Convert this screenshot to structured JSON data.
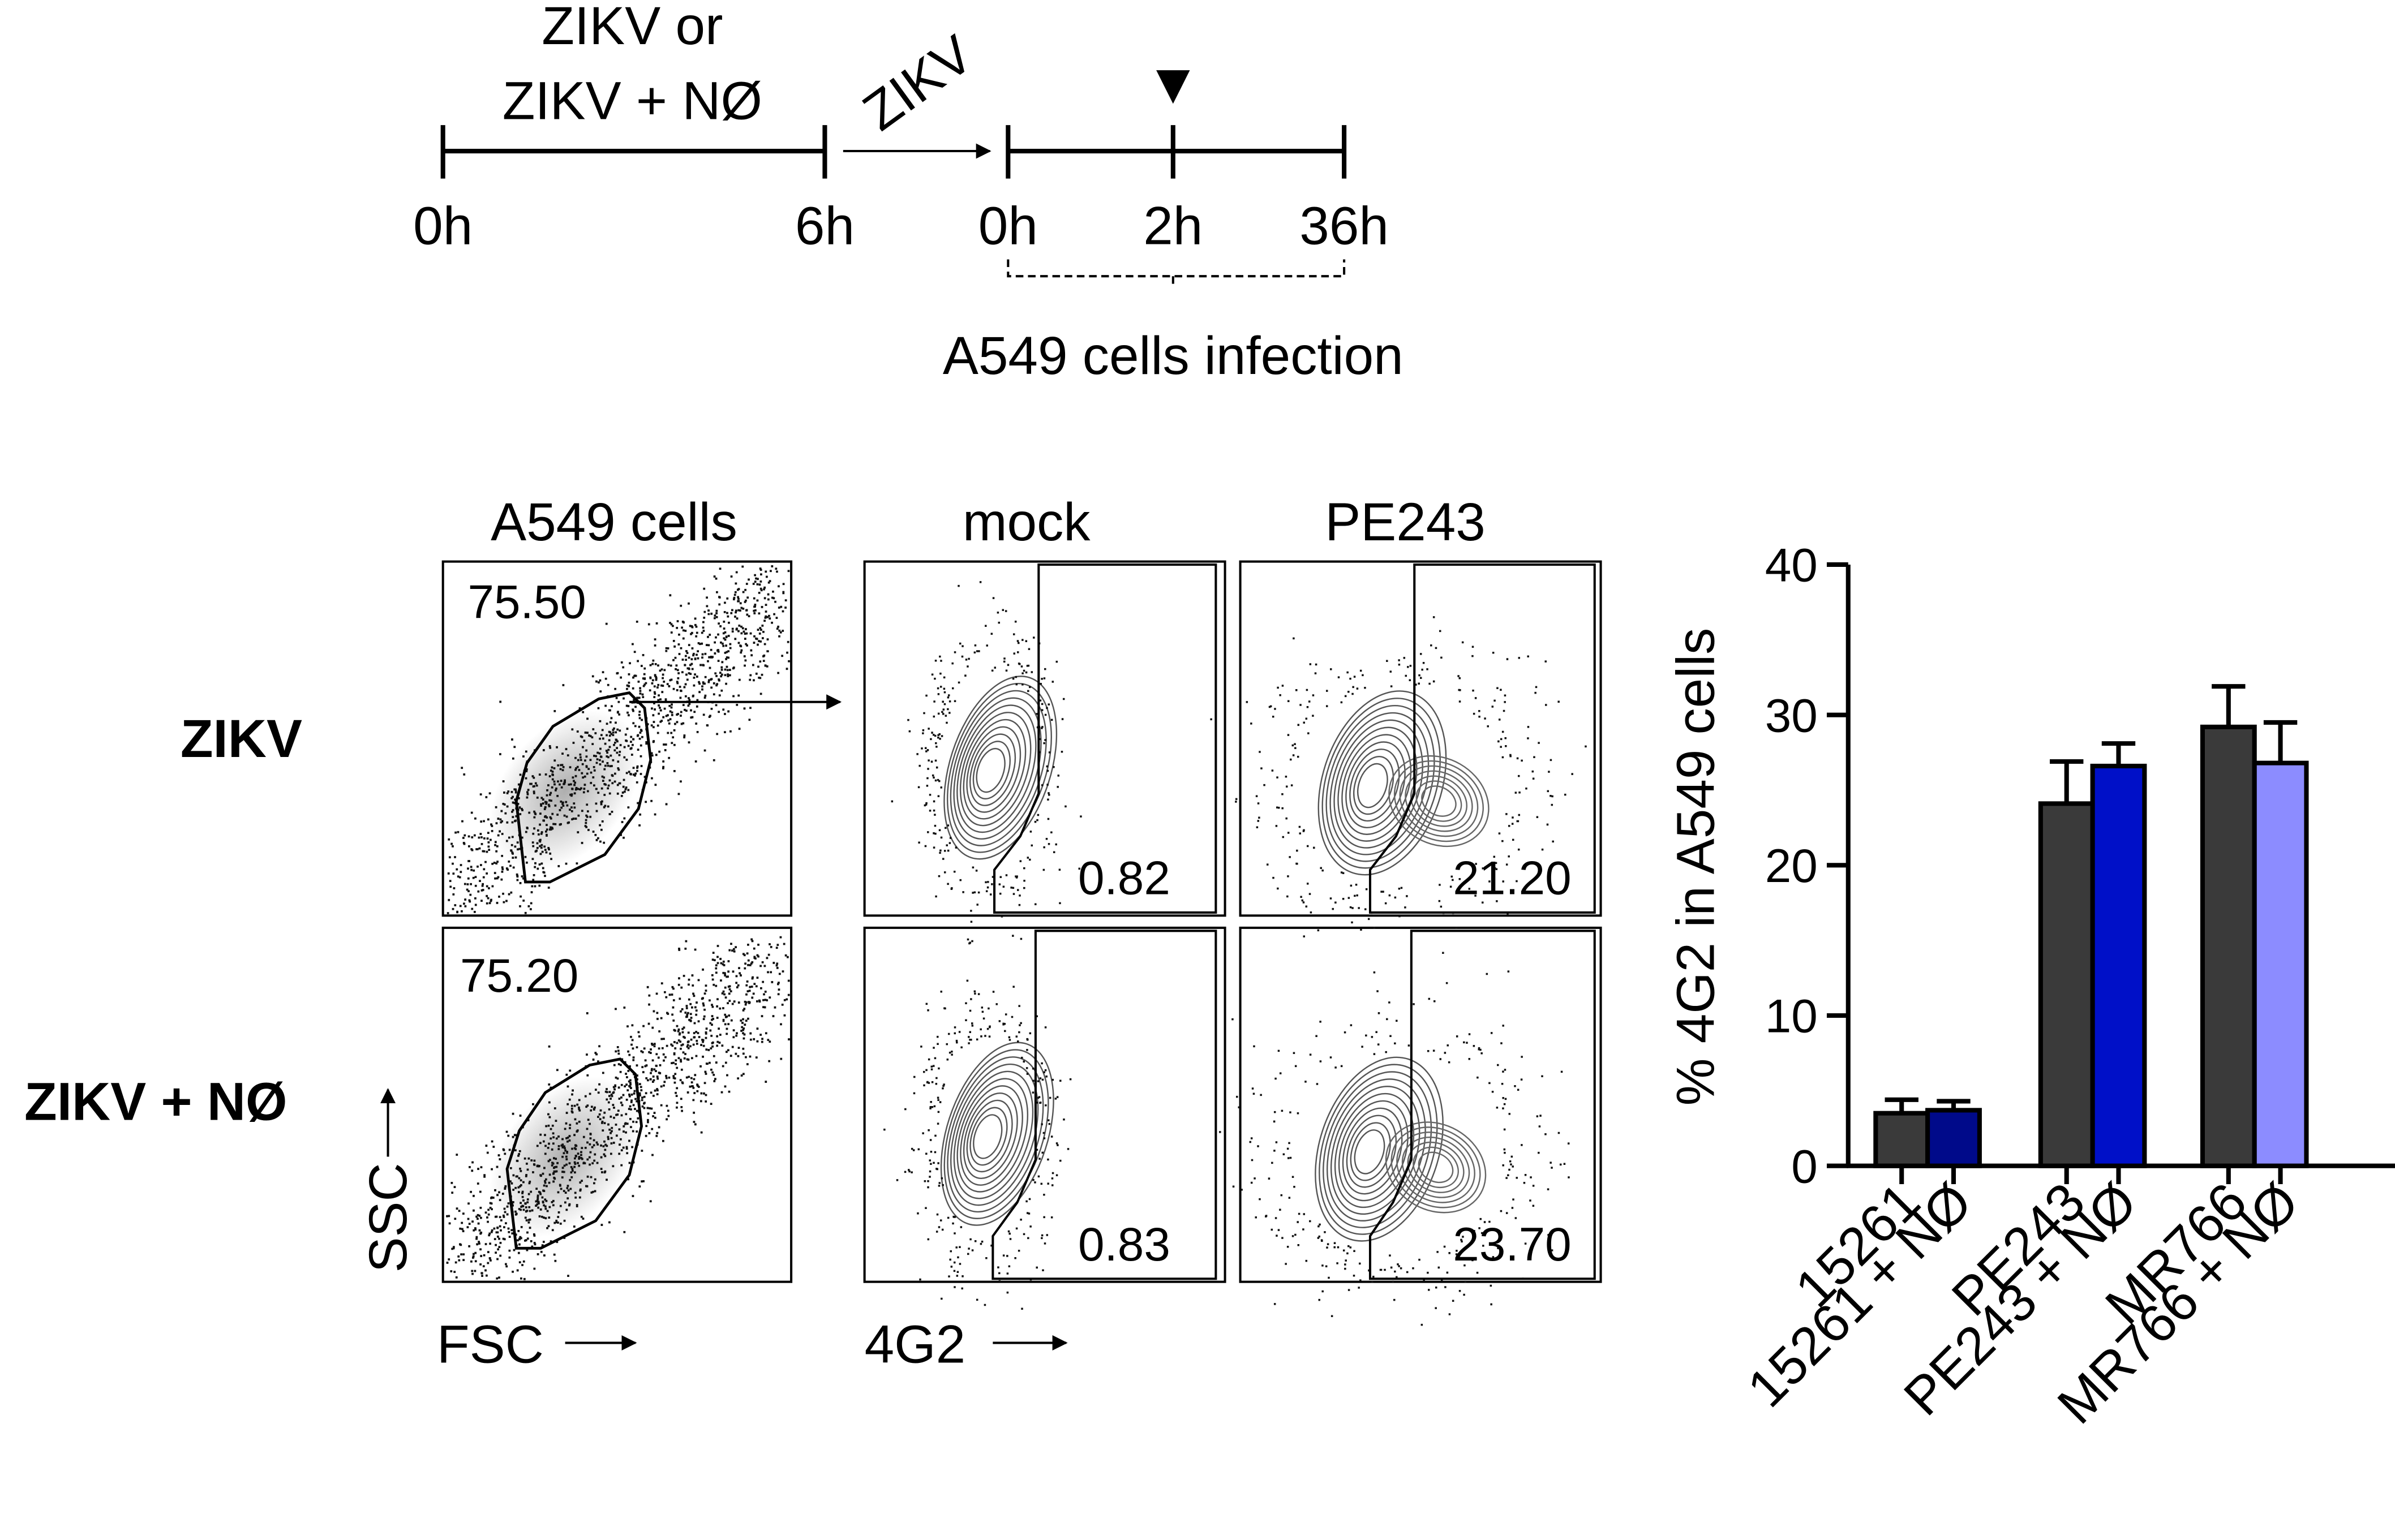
{
  "timeline": {
    "treatment_label_line1": "ZIKV or",
    "treatment_label_line2": "ZIKV + NØ",
    "arrow_label": "ZIKV",
    "ticks_left": [
      "0h",
      "6h"
    ],
    "ticks_right": [
      "0h",
      "2h",
      "36h"
    ],
    "infection_label": "A549 cells infection"
  },
  "flow": {
    "column_titles": [
      "A549 cells",
      "mock",
      "PE243"
    ],
    "row_labels": [
      "ZIKV",
      "ZIKV + NØ"
    ],
    "gate_values": {
      "fsc_ssc": [
        "75.50",
        "75.20"
      ],
      "mock": [
        "0.82",
        "0.83"
      ],
      "pe243": [
        "21.20",
        "23.70"
      ]
    },
    "axis_ssc": "SSC",
    "axis_fsc": "FSC",
    "axis_4g2": "4G2"
  },
  "chart_data": {
    "type": "bar",
    "ylabel": "% 4G2 in A549 cells",
    "ylim": [
      0,
      40
    ],
    "yticks": [
      "0",
      "10",
      "20",
      "30",
      "40"
    ],
    "categories": [
      "15261",
      "15261 + NØ",
      "PE243",
      "PE243 + NØ",
      "MR766",
      "MR766 + NØ"
    ],
    "values": [
      3.5,
      3.7,
      24.1,
      26.6,
      29.2,
      26.8
    ],
    "errors": [
      0.9,
      0.6,
      2.8,
      1.5,
      2.7,
      2.7
    ],
    "colors": [
      "#3a3a3a",
      "#000a8a",
      "#3a3a3a",
      "#0010c8",
      "#3a3a3a",
      "#8c8cff"
    ]
  }
}
